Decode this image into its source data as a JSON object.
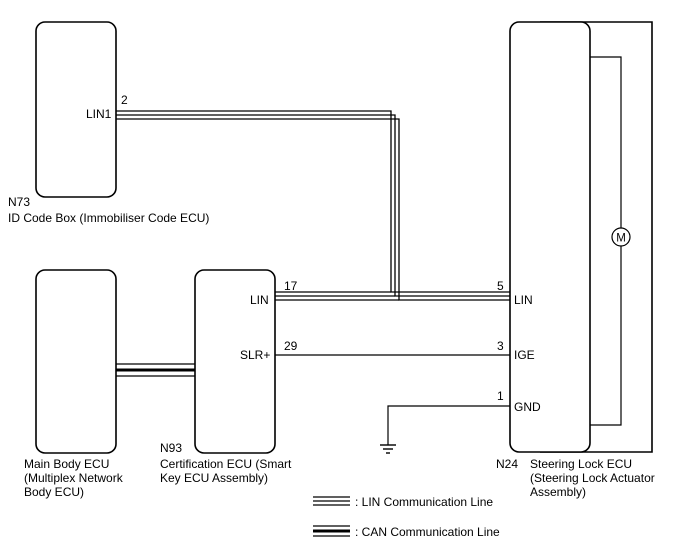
{
  "components": {
    "n73": {
      "code": "N73",
      "name": "ID Code Box (Immobiliser Code ECU)",
      "pin": "LIN1",
      "pin_no": "2"
    },
    "main_body": {
      "name_lines": [
        "Main Body ECU",
        "(Multiplex Network",
        "Body ECU)"
      ]
    },
    "n93": {
      "code": "N93",
      "name_lines": [
        "Certification ECU (Smart",
        "Key ECU Assembly)"
      ],
      "pin_lin": "LIN",
      "pin_lin_no": "17",
      "pin_slr": "SLR+",
      "pin_slr_no": "29"
    },
    "n24": {
      "code": "N24",
      "name_lines": [
        "Steering Lock ECU",
        "(Steering Lock Actuator",
        "Assembly)"
      ],
      "pin_lin": "LIN",
      "pin_lin_no": "5",
      "pin_ige": "IGE",
      "pin_ige_no": "3",
      "pin_gnd": "GND",
      "pin_gnd_no": "1",
      "motor_symbol": "M"
    }
  },
  "legend": {
    "lin": ": LIN Communication Line",
    "can": ": CAN Communication Line"
  }
}
